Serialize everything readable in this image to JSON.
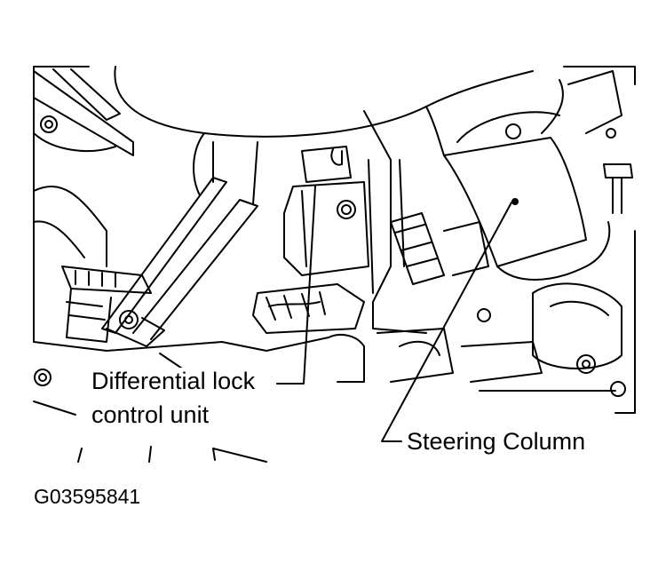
{
  "diagram": {
    "callouts": {
      "differential_lock_line1": "Differential lock",
      "differential_lock_line2": "control unit",
      "steering_column": "Steering Column"
    },
    "figure_code": "G03595841"
  },
  "colors": {
    "line": "#000000",
    "background": "#ffffff"
  }
}
